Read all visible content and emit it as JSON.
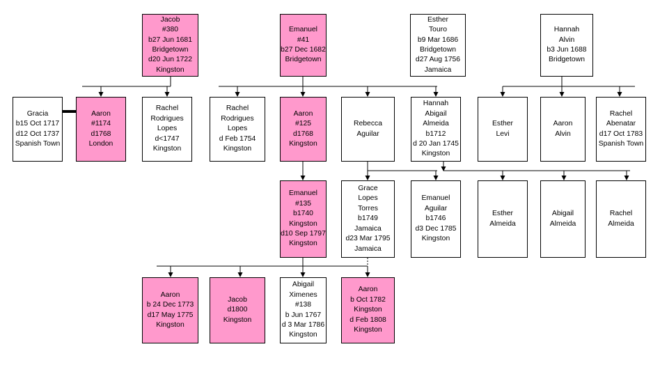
{
  "people": [
    {
      "id": "jacob-380",
      "highlight": true,
      "lines": [
        "Jacob",
        "#380",
        "b27 Jun 1681",
        "Bridgetown",
        "d20 Jun 1722",
        "Kingston"
      ]
    },
    {
      "id": "emanuel-41",
      "highlight": true,
      "lines": [
        "Emanuel",
        "#41",
        "b27 Dec 1682",
        "Bridgetown"
      ]
    },
    {
      "id": "esther-touro",
      "highlight": false,
      "lines": [
        "Esther",
        "Touro",
        "b9 Mar 1686",
        "Bridgetown",
        "d27 Aug 1756",
        "Jamaica"
      ]
    },
    {
      "id": "hannah-alvin",
      "highlight": false,
      "lines": [
        "Hannah",
        "Alvin",
        "b3 Jun 1688",
        "Bridgetown"
      ]
    },
    {
      "id": "gracia",
      "highlight": false,
      "lines": [
        "Gracia",
        "b15 Oct 1717",
        "d12 Oct 1737",
        "Spanish Town"
      ]
    },
    {
      "id": "aaron-1174",
      "highlight": true,
      "lines": [
        "Aaron",
        "#1174",
        "d1768",
        "London"
      ]
    },
    {
      "id": "rachel-rodrigues-lopes-1",
      "highlight": false,
      "lines": [
        "Rachel",
        "Rodrigues",
        "Lopes",
        "d<1747",
        "Kingston"
      ]
    },
    {
      "id": "rachel-rodrigues-lopes-2",
      "highlight": false,
      "lines": [
        "Rachel",
        "Rodrigues",
        "Lopes",
        "d Feb 1754",
        "Kingston"
      ]
    },
    {
      "id": "aaron-125",
      "highlight": true,
      "lines": [
        "Aaron",
        "#125",
        "d1768",
        "Kingston"
      ]
    },
    {
      "id": "rebecca-aguilar",
      "highlight": false,
      "lines": [
        "Rebecca",
        "Aguilar"
      ]
    },
    {
      "id": "hannah-abigail-almeida",
      "highlight": false,
      "lines": [
        "Hannah",
        "Abigail",
        "Almeida",
        "b1712",
        "d 20 Jan 1745",
        "Kingston"
      ]
    },
    {
      "id": "esther-levi",
      "highlight": false,
      "lines": [
        "Esther",
        "Levi"
      ]
    },
    {
      "id": "aaron-alvin",
      "highlight": false,
      "lines": [
        "Aaron",
        "Alvin"
      ]
    },
    {
      "id": "rachel-abenatar",
      "highlight": false,
      "lines": [
        "Rachel",
        "Abenatar",
        "d17 Oct 1783",
        "Spanish Town"
      ]
    },
    {
      "id": "emanuel-135",
      "highlight": true,
      "lines": [
        "Emanuel",
        "#135",
        "b1740",
        "Kingston",
        "d10 Sep 1797",
        "Kingston"
      ]
    },
    {
      "id": "grace-lopes-torres",
      "highlight": false,
      "lines": [
        "Grace",
        "Lopes",
        "Torres",
        "b1749",
        "Jamaica",
        "d23 Mar 1795",
        "Jamaica"
      ]
    },
    {
      "id": "emanuel-aguilar",
      "highlight": false,
      "lines": [
        "Emanuel",
        "Aguilar",
        "b1746",
        "d3 Dec 1785",
        "Kingston"
      ]
    },
    {
      "id": "esther-almeida",
      "highlight": false,
      "lines": [
        "Esther",
        "Almeida"
      ]
    },
    {
      "id": "abigail-almeida",
      "highlight": false,
      "lines": [
        "Abigail",
        "Almeida"
      ]
    },
    {
      "id": "rachel-almeida",
      "highlight": false,
      "lines": [
        "Rachel",
        "Almeida"
      ]
    },
    {
      "id": "aaron-b1773",
      "highlight": true,
      "lines": [
        "Aaron",
        "b 24 Dec 1773",
        "d17 May 1775",
        "Kingston"
      ]
    },
    {
      "id": "jacob-d1800",
      "highlight": true,
      "lines": [
        "Jacob",
        "d1800",
        "Kingston"
      ]
    },
    {
      "id": "abigail-ximenes-138",
      "highlight": false,
      "lines": [
        "Abigail",
        "Ximenes",
        "#138",
        "b Jun 1767",
        "d  3 Mar 1786",
        "Kingston"
      ]
    },
    {
      "id": "aaron-b1782",
      "highlight": true,
      "lines": [
        "Aaron",
        "b Oct 1782",
        "Kingston",
        "d Feb 1808",
        "Kingston"
      ]
    }
  ],
  "colors": {
    "highlight": "#ff99cc",
    "box": "#ffffff",
    "line": "#000000"
  }
}
